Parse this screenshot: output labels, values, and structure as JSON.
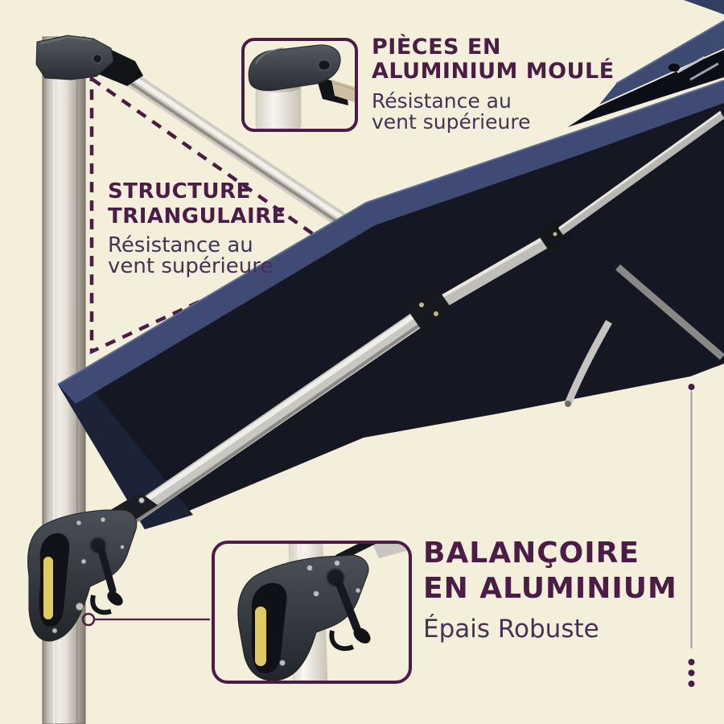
{
  "page": {
    "background_color": "#f4efdb",
    "accent_color": "#4b1c45",
    "body_text_color": "#4a3053",
    "description": "Annotated product infographic of a cantilever patio umbrella"
  },
  "product": {
    "type": "cantilever patio umbrella",
    "canopy_color": "#151823",
    "frame_color": "#cfccc5",
    "handle_accent_color": "#e0cb63"
  },
  "callouts": {
    "aluminum_parts": {
      "title_line1": "PIÈCES EN",
      "title_line2": "ALUMINIUM MOULÉ",
      "subtitle_line1": "Résistance au",
      "subtitle_line2": "vent supérieure"
    },
    "triangle_structure": {
      "title_line1": "STRUCTURE",
      "title_line2": "TRIANGULAIRE",
      "subtitle_line1": "Résistance au",
      "subtitle_line2": "vent supérieure"
    },
    "crank": {
      "title_line1": "BALANÇOIRE",
      "title_line2": "EN ALUMINIUM",
      "subtitle": "Épais Robuste"
    }
  },
  "annotations": {
    "dashed_triangle": "triangle-outline-annotation",
    "crank_pointer": "circle-and-line-connector",
    "canopy_pointer": "vertical-line-with-dot",
    "ellipsis": "vertical-three-dots"
  }
}
